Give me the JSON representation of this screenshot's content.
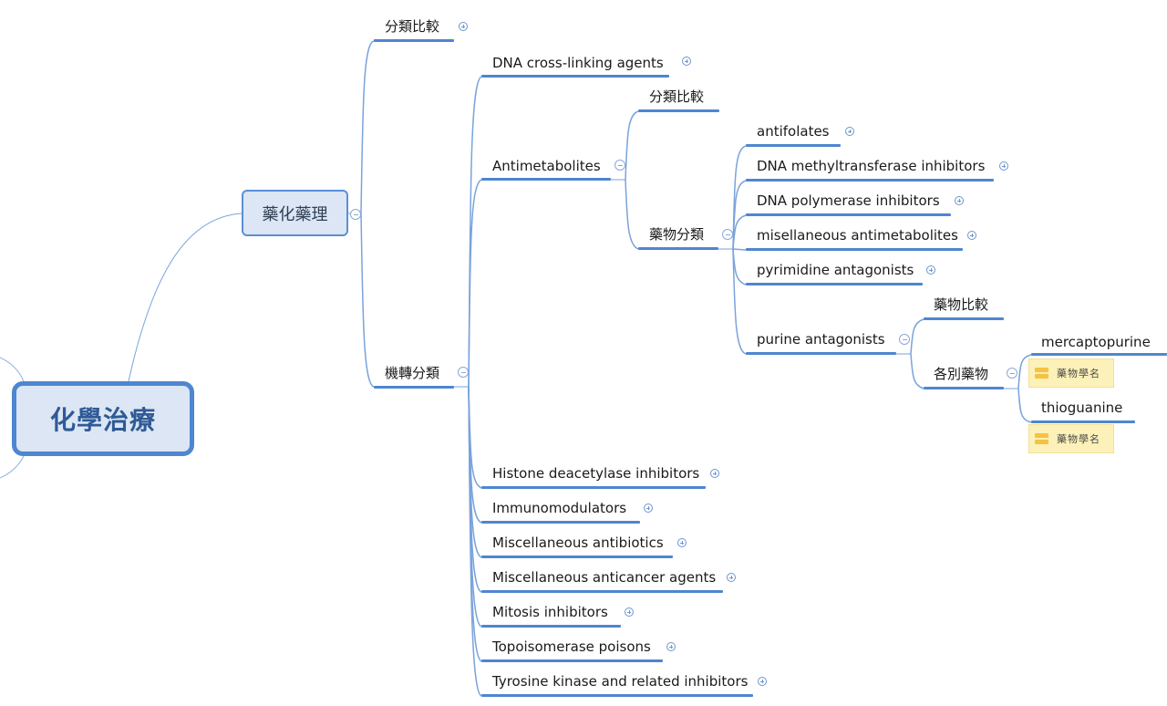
{
  "mindmap": {
    "root": {
      "label": "化學治療",
      "collapsed": false
    },
    "main_topic": {
      "label": "藥化藥理",
      "collapsed": false
    },
    "branches": {
      "classification_compare": {
        "label": "分類比較",
        "collapsed": true
      },
      "mechanism_classification": {
        "label": "機轉分類",
        "collapsed": false
      }
    },
    "mechanism_children": [
      {
        "label": "DNA cross-linking agents",
        "collapsed": true
      },
      {
        "label": "Antimetabolites",
        "collapsed": false
      },
      {
        "label": "Histone deacetylase inhibitors",
        "collapsed": true
      },
      {
        "label": "Immunomodulators",
        "collapsed": true
      },
      {
        "label": "Miscellaneous antibiotics",
        "collapsed": true
      },
      {
        "label": "Miscellaneous anticancer agents",
        "collapsed": true
      },
      {
        "label": "Mitosis inhibitors",
        "collapsed": true
      },
      {
        "label": "Topoisomerase poisons",
        "collapsed": true
      },
      {
        "label": "Tyrosine kinase and related inhibitors",
        "collapsed": true
      }
    ],
    "antimetabolites_children": [
      {
        "label": "分類比較"
      },
      {
        "label": "藥物分類",
        "collapsed": false
      }
    ],
    "drug_classes": [
      {
        "label": "antifolates",
        "collapsed": true
      },
      {
        "label": "DNA methyltransferase inhibitors",
        "collapsed": true
      },
      {
        "label": "DNA polymerase inhibitors",
        "collapsed": true
      },
      {
        "label": "misellaneous antimetabolites",
        "collapsed": true
      },
      {
        "label": "pyrimidine antagonists",
        "collapsed": true
      },
      {
        "label": "purine antagonists",
        "collapsed": false
      }
    ],
    "purine_children": [
      {
        "label": "藥物比較"
      },
      {
        "label": "各別藥物",
        "collapsed": false
      }
    ],
    "drugs": [
      {
        "label": "mercaptopurine",
        "note_label": "藥物學名",
        "note_icon": "note-lines-icon"
      },
      {
        "label": "thioguanine",
        "note_label": "藥物學名",
        "note_icon": "note-lines-icon"
      }
    ],
    "colors": {
      "accent": "#4e86d0",
      "connector": "#7aa3dc",
      "root_fill": "#dce6f4",
      "root_text": "#2f5a96",
      "note_fill": "#fcf1b8",
      "note_icon": "#f5c242"
    }
  }
}
